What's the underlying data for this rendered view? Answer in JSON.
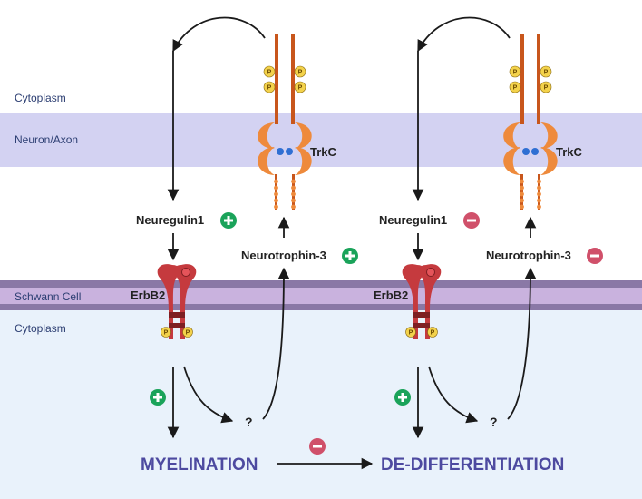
{
  "regions": {
    "cytoplasm_top": "Cytoplasm",
    "neuron_axon": "Neuron/Axon",
    "schwann_cell": "Schwann Cell",
    "cytoplasm_bottom": "Cytoplasm"
  },
  "left_panel": {
    "neuregulin": "Neuregulin1",
    "neuregulin_effect": "positive",
    "neurotrophin": "Neurotrophin-3",
    "neurotrophin_effect": "positive",
    "receptor_neuron": "TrkC",
    "receptor_schwann": "ErbB2",
    "unknown_mediator": "?",
    "outcome": "MYELINATION"
  },
  "right_panel": {
    "neuregulin": "Neuregulin1",
    "neuregulin_effect": "negative",
    "neurotrophin": "Neurotrophin-3",
    "neurotrophin_effect": "negative",
    "receptor_neuron": "TrkC",
    "receptor_schwann": "ErbB2",
    "unknown_mediator": "?",
    "outcome": "DE-DIFFERENTIATION"
  },
  "transition_effect": "negative",
  "phospho_label": "P",
  "colors": {
    "positive": "#1aa35a",
    "negative": "#d0506a",
    "neuron_band": "#d3d2f2",
    "schwann_band": "#c9b2de",
    "schwann_edge": "#8a78a6",
    "schwann_cytoplasm": "#e9f2fb",
    "trkc": "#ee8a3c",
    "trkc_dark": "#c8561c",
    "erbb2": "#c53a3e",
    "erbb2_dark": "#7e1f22",
    "phospho": "#f3d24b",
    "outcome_text": "#4d4aa0"
  }
}
